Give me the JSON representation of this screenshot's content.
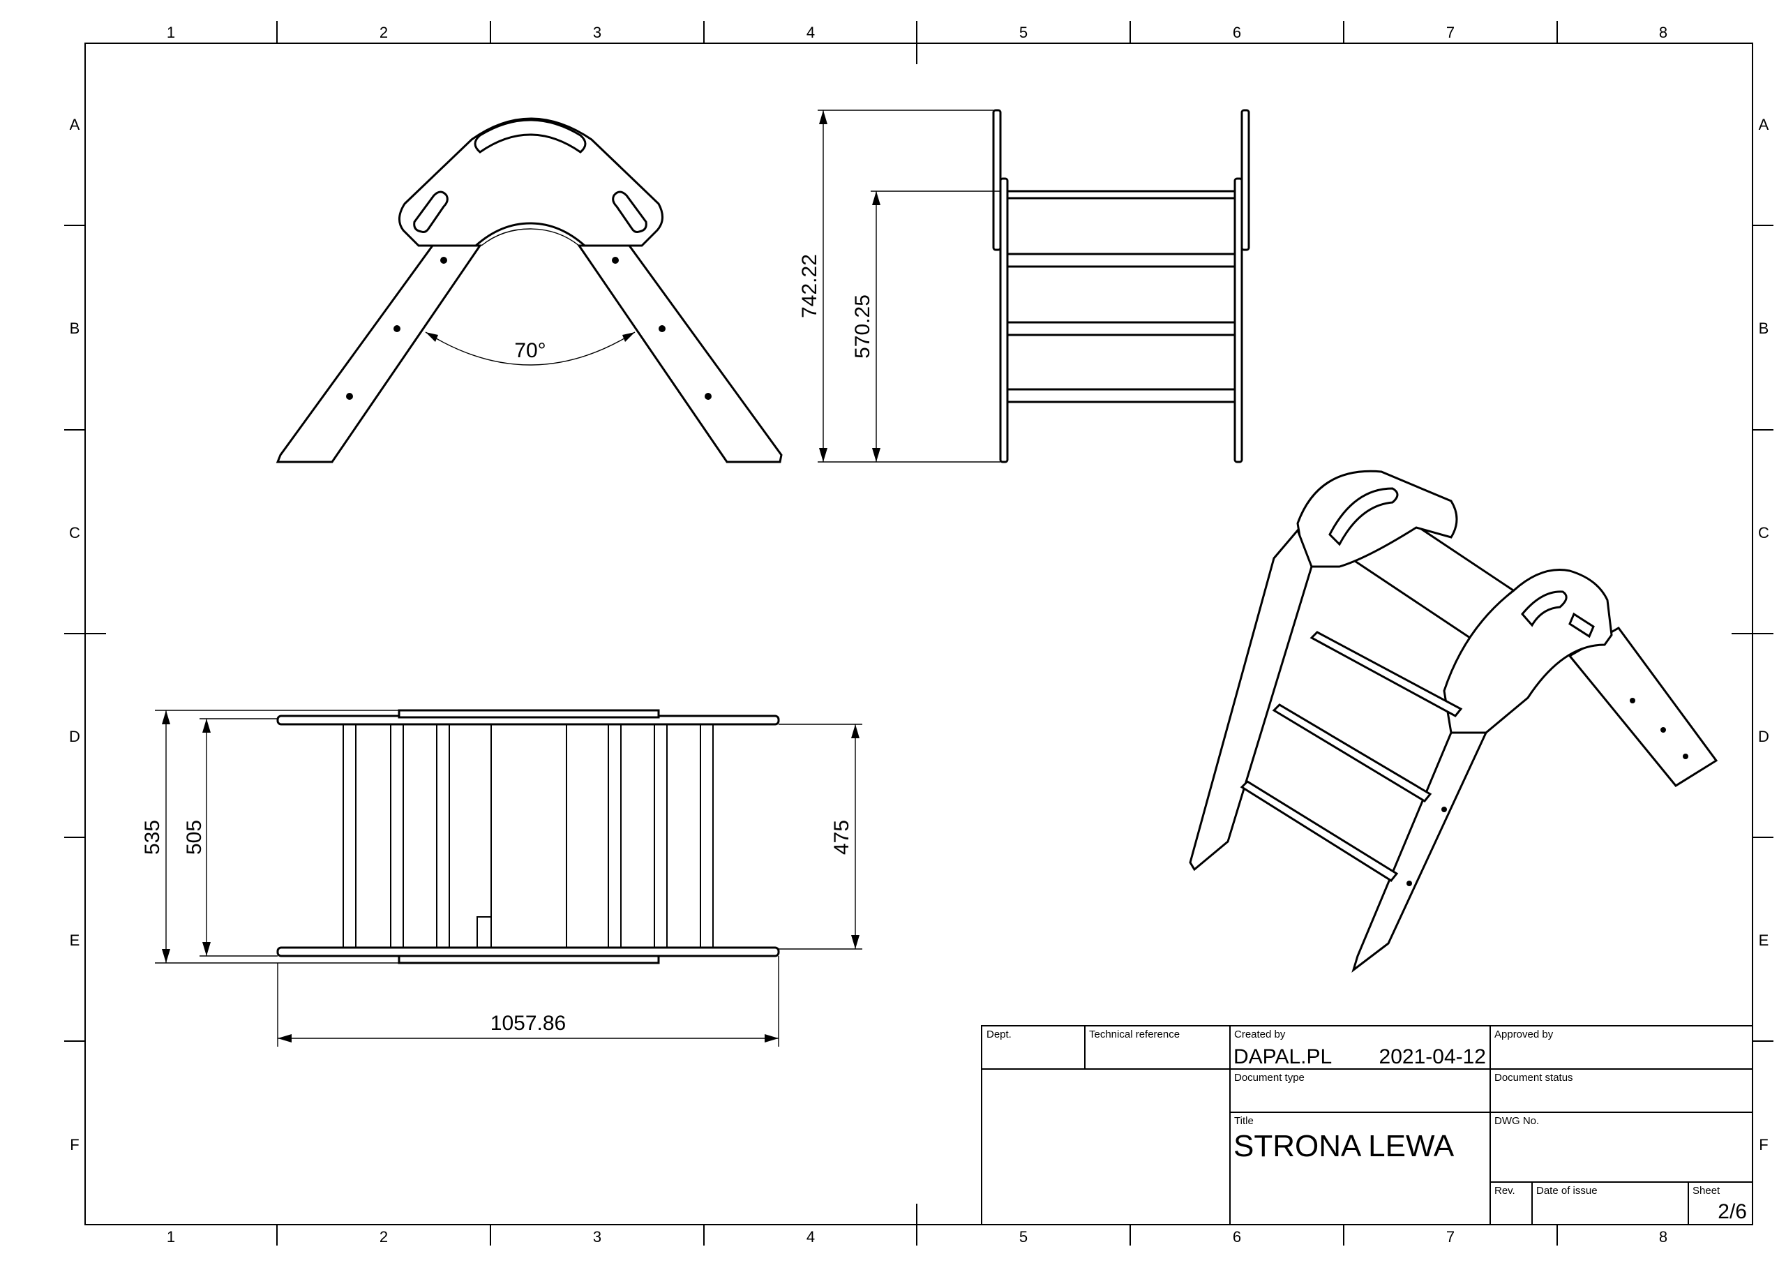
{
  "zones": {
    "columns": [
      "1",
      "2",
      "3",
      "4",
      "5",
      "6",
      "7",
      "8"
    ],
    "rows": [
      "A",
      "B",
      "C",
      "D",
      "E",
      "F"
    ]
  },
  "dimensions": {
    "angle": "70°",
    "height_total": "742.22",
    "height_inner": "570.25",
    "depth_outer": "535",
    "depth_inner": "505",
    "depth_rungs": "475",
    "length": "1057.86"
  },
  "title_block": {
    "dept_label": "Dept.",
    "tech_ref_label": "Technical reference",
    "created_by_label": "Created by",
    "created_by": "DAPAL.PL",
    "created_date": "2021-04-12",
    "approved_by_label": "Approved by",
    "doc_type_label": "Document type",
    "doc_status_label": "Document status",
    "title_label": "Title",
    "title": "STRONA LEWA",
    "dwg_no_label": "DWG No.",
    "rev_label": "Rev.",
    "date_issue_label": "Date of issue",
    "sheet_label": "Sheet",
    "sheet": "2/6"
  }
}
